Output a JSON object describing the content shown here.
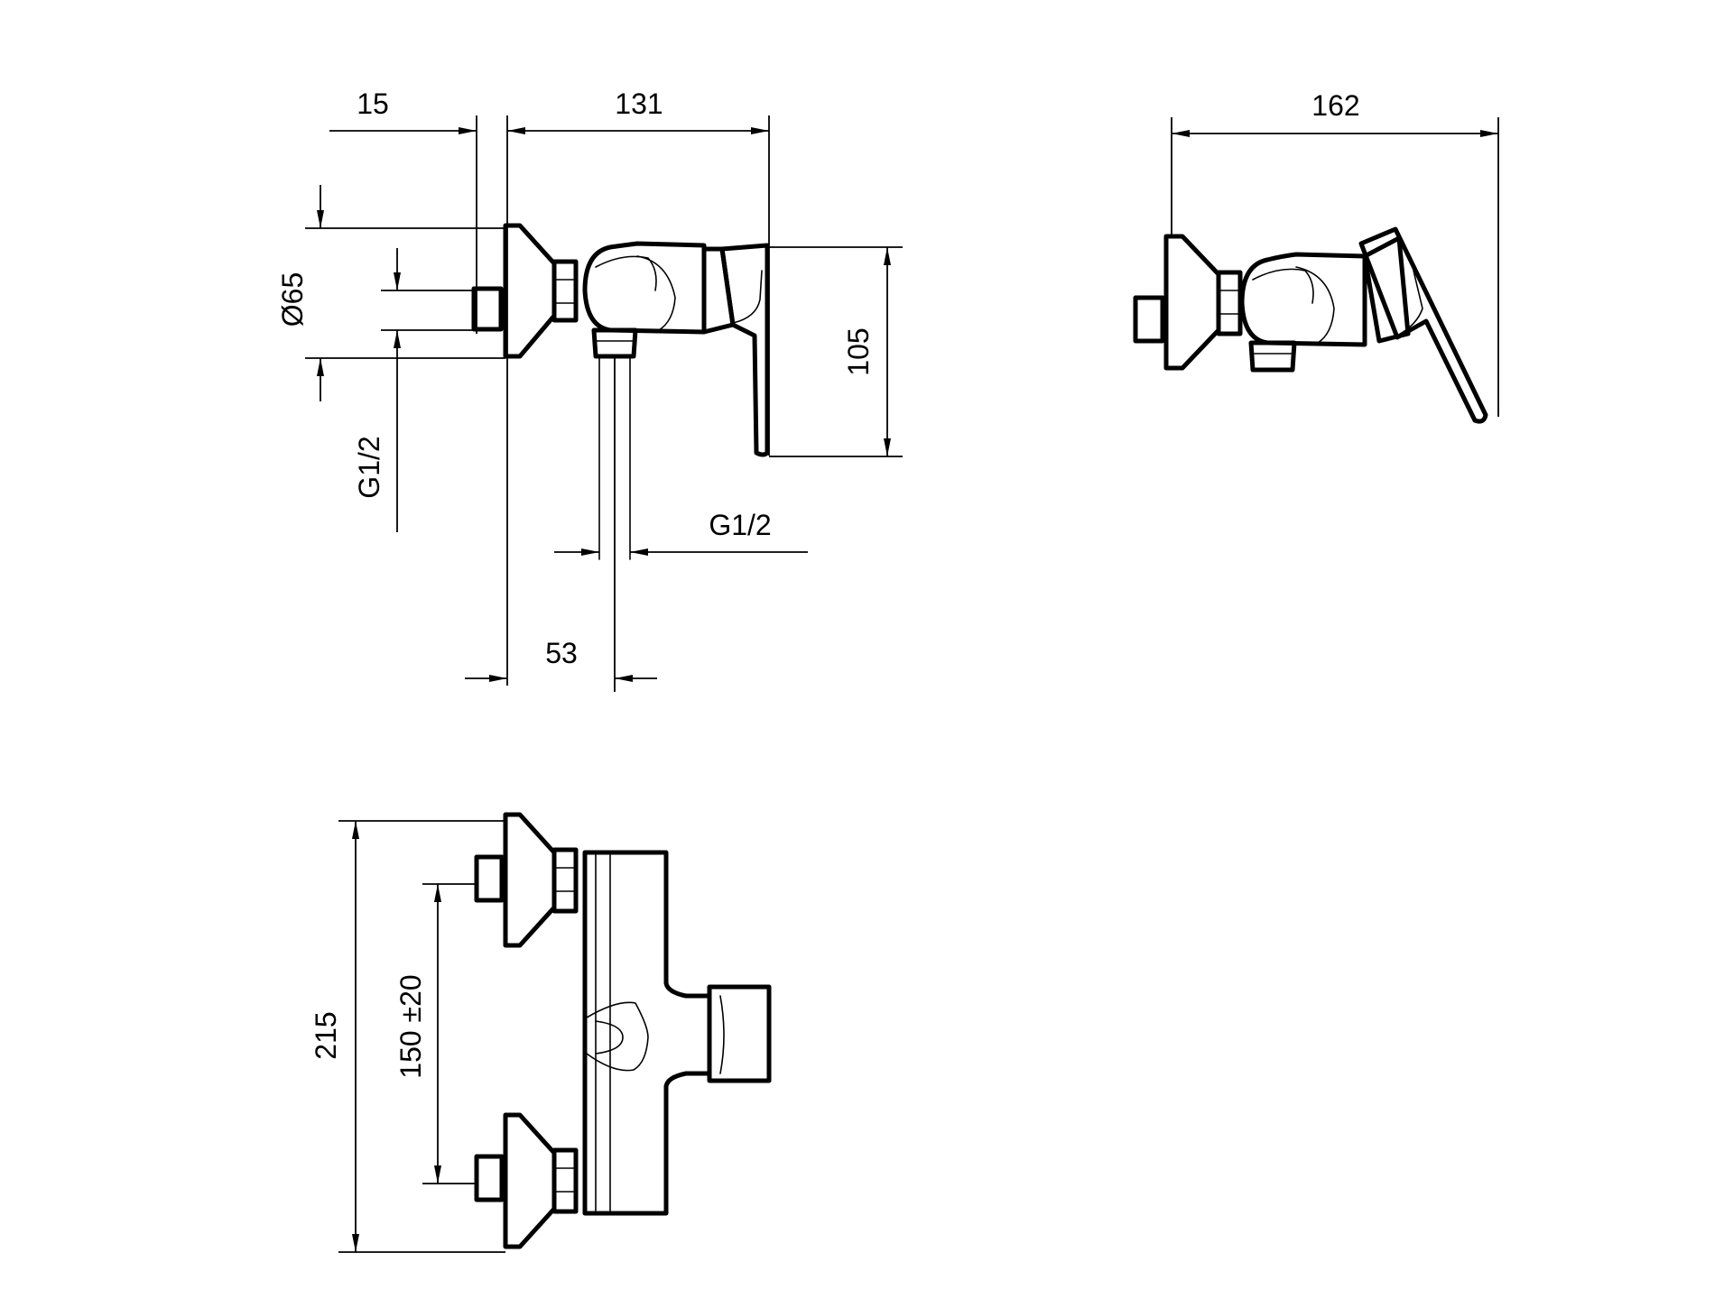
{
  "dimensions": {
    "rosette_offset": "15",
    "projection": "131",
    "overall_width_top": "162",
    "rosette_diameter": "Ø65",
    "inlet_thread": "G1/2",
    "outlet_thread": "G1/2",
    "lever_height": "105",
    "outlet_offset": "53",
    "overall_height": "215",
    "inlet_centers": "150 ±20"
  },
  "colors": {
    "line": "#000000",
    "background": "#ffffff"
  }
}
